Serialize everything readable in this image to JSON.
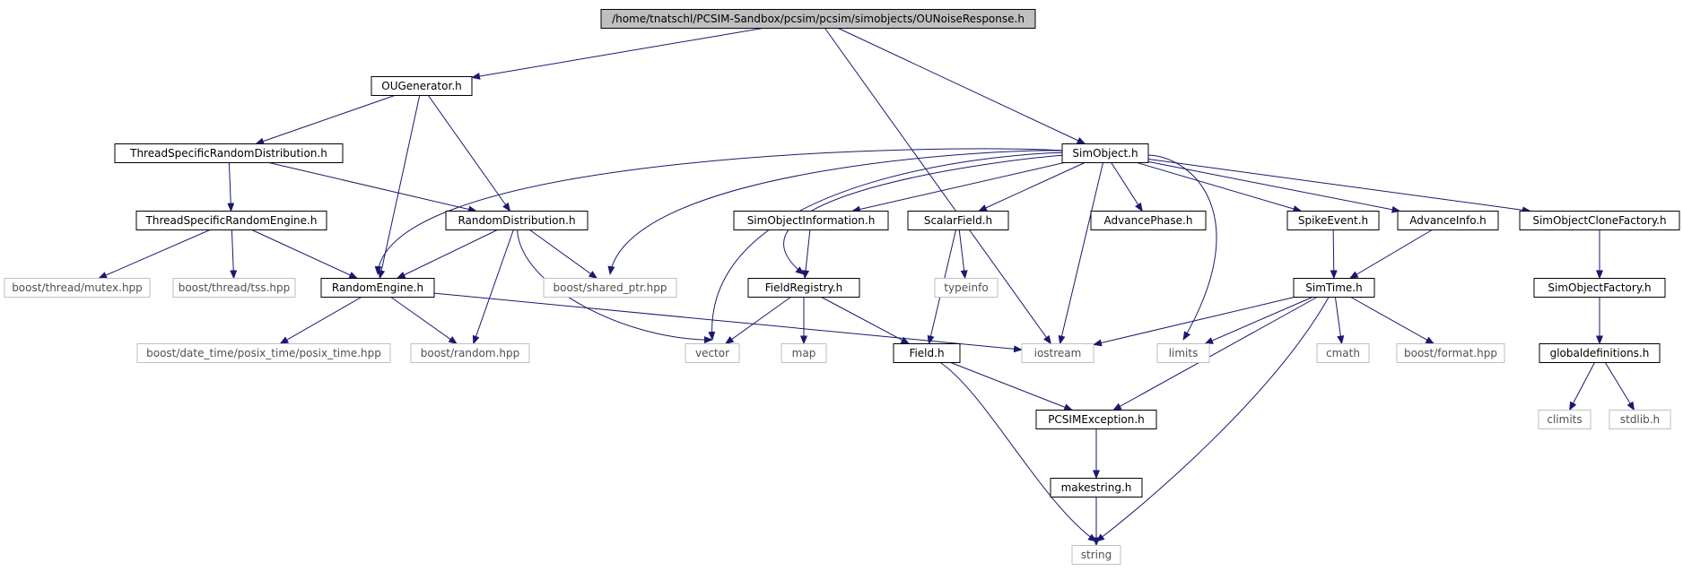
{
  "graph": {
    "root": "/home/tnatschl/PCSIM-Sandbox/pcsim/pcsim/simobjects/OUNoiseResponse.h",
    "nodes": [
      {
        "id": "root",
        "label": "/home/tnatschl/PCSIM-Sandbox/pcsim/pcsim/simobjects/OUNoiseResponse.h",
        "kind": "root"
      },
      {
        "id": "ougenerator",
        "label": "OUGenerator.h",
        "kind": "local"
      },
      {
        "id": "simobject",
        "label": "SimObject.h",
        "kind": "local"
      },
      {
        "id": "tsrd",
        "label": "ThreadSpecificRandomDistribution.h",
        "kind": "local"
      },
      {
        "id": "tsre",
        "label": "ThreadSpecificRandomEngine.h",
        "kind": "local"
      },
      {
        "id": "randomdist",
        "label": "RandomDistribution.h",
        "kind": "local"
      },
      {
        "id": "simobjinfo",
        "label": "SimObjectInformation.h",
        "kind": "local"
      },
      {
        "id": "scalarfield",
        "label": "ScalarField.h",
        "kind": "local"
      },
      {
        "id": "advancephase",
        "label": "AdvancePhase.h",
        "kind": "local"
      },
      {
        "id": "spikeevent",
        "label": "SpikeEvent.h",
        "kind": "local"
      },
      {
        "id": "advanceinfo",
        "label": "AdvanceInfo.h",
        "kind": "local"
      },
      {
        "id": "clonefactory",
        "label": "SimObjectCloneFactory.h",
        "kind": "local"
      },
      {
        "id": "mutex",
        "label": "boost/thread/mutex.hpp",
        "kind": "system"
      },
      {
        "id": "tss",
        "label": "boost/thread/tss.hpp",
        "kind": "system"
      },
      {
        "id": "randomengine",
        "label": "RandomEngine.h",
        "kind": "local"
      },
      {
        "id": "sharedptr",
        "label": "boost/shared_ptr.hpp",
        "kind": "system"
      },
      {
        "id": "fieldregistry",
        "label": "FieldRegistry.h",
        "kind": "local"
      },
      {
        "id": "typeinfo",
        "label": "typeinfo",
        "kind": "system"
      },
      {
        "id": "simtime",
        "label": "SimTime.h",
        "kind": "local"
      },
      {
        "id": "objfactory",
        "label": "SimObjectFactory.h",
        "kind": "local"
      },
      {
        "id": "posixtime",
        "label": "boost/date_time/posix_time/posix_time.hpp",
        "kind": "system"
      },
      {
        "id": "boostrandom",
        "label": "boost/random.hpp",
        "kind": "system"
      },
      {
        "id": "vector",
        "label": "vector",
        "kind": "system"
      },
      {
        "id": "map",
        "label": "map",
        "kind": "system"
      },
      {
        "id": "field",
        "label": "Field.h",
        "kind": "local"
      },
      {
        "id": "iostream",
        "label": "iostream",
        "kind": "system"
      },
      {
        "id": "limits",
        "label": "limits",
        "kind": "system"
      },
      {
        "id": "cmath",
        "label": "cmath",
        "kind": "system"
      },
      {
        "id": "format",
        "label": "boost/format.hpp",
        "kind": "system"
      },
      {
        "id": "globaldefs",
        "label": "globaldefinitions.h",
        "kind": "local"
      },
      {
        "id": "pcsimexception",
        "label": "PCSIMException.h",
        "kind": "local"
      },
      {
        "id": "climits",
        "label": "climits",
        "kind": "system"
      },
      {
        "id": "stdlib",
        "label": "stdlib.h",
        "kind": "system"
      },
      {
        "id": "makestring",
        "label": "makestring.h",
        "kind": "local"
      },
      {
        "id": "string",
        "label": "string",
        "kind": "system"
      }
    ],
    "edges": [
      [
        "root",
        "ougenerator"
      ],
      [
        "root",
        "iostream"
      ],
      [
        "root",
        "simobject"
      ],
      [
        "ougenerator",
        "tsrd"
      ],
      [
        "ougenerator",
        "randomengine"
      ],
      [
        "ougenerator",
        "randomdist"
      ],
      [
        "tsrd",
        "tsre"
      ],
      [
        "tsrd",
        "randomdist"
      ],
      [
        "tsre",
        "mutex"
      ],
      [
        "tsre",
        "tss"
      ],
      [
        "tsre",
        "randomengine"
      ],
      [
        "randomdist",
        "randomengine"
      ],
      [
        "randomdist",
        "boostrandom"
      ],
      [
        "randomdist",
        "vector"
      ],
      [
        "randomdist",
        "sharedptr"
      ],
      [
        "randomengine",
        "posixtime"
      ],
      [
        "randomengine",
        "boostrandom"
      ],
      [
        "randomengine",
        "iostream"
      ],
      [
        "simobject",
        "randomengine"
      ],
      [
        "simobject",
        "sharedptr"
      ],
      [
        "simobject",
        "vector"
      ],
      [
        "simobject",
        "fieldregistry"
      ],
      [
        "simobject",
        "simobjinfo"
      ],
      [
        "simobject",
        "scalarfield"
      ],
      [
        "simobject",
        "iostream"
      ],
      [
        "simobject",
        "advancephase"
      ],
      [
        "simobject",
        "limits"
      ],
      [
        "simobject",
        "spikeevent"
      ],
      [
        "simobject",
        "advanceinfo"
      ],
      [
        "simobject",
        "clonefactory"
      ],
      [
        "simobjinfo",
        "fieldregistry"
      ],
      [
        "fieldregistry",
        "vector"
      ],
      [
        "fieldregistry",
        "map"
      ],
      [
        "fieldregistry",
        "field"
      ],
      [
        "scalarfield",
        "typeinfo"
      ],
      [
        "scalarfield",
        "field"
      ],
      [
        "spikeevent",
        "simtime"
      ],
      [
        "advanceinfo",
        "simtime"
      ],
      [
        "simtime",
        "iostream"
      ],
      [
        "simtime",
        "limits"
      ],
      [
        "simtime",
        "cmath"
      ],
      [
        "simtime",
        "format"
      ],
      [
        "simtime",
        "pcsimexception"
      ],
      [
        "simtime",
        "string"
      ],
      [
        "field",
        "pcsimexception"
      ],
      [
        "field",
        "string"
      ],
      [
        "pcsimexception",
        "makestring"
      ],
      [
        "makestring",
        "string"
      ],
      [
        "clonefactory",
        "objfactory"
      ],
      [
        "objfactory",
        "globaldefs"
      ],
      [
        "globaldefs",
        "climits"
      ],
      [
        "globaldefs",
        "stdlib"
      ]
    ]
  }
}
